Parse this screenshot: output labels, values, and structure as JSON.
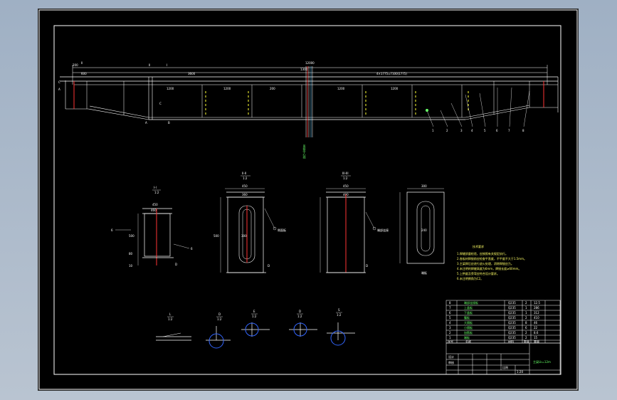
{
  "elevation": {
    "section_marks": [
      "II",
      "II",
      "I"
    ],
    "top_overall_dim": "12000",
    "top_left_dims": [
      "200",
      "600"
    ],
    "span_left": "3600",
    "span_right": "4×1775=7100(1775)",
    "segments": [
      "1200",
      "1200",
      "200",
      "1200",
      "1200"
    ],
    "center_label": "1300",
    "side_marks": [
      "C",
      "A",
      "C",
      "A",
      "B"
    ],
    "vertical_callout": "吊装中心线",
    "part_numbers": [
      "1",
      "2",
      "3",
      "4",
      "5",
      "6",
      "7",
      "8"
    ]
  },
  "section_I": {
    "title": "I-I",
    "scale": "1:2",
    "width_dim": "450",
    "inner_dim": "460",
    "height_dims": [
      "500",
      "80",
      "10"
    ],
    "side_label": "D",
    "weld_left": "6",
    "weld_right": "6"
  },
  "section_II": {
    "title": "II-II",
    "scale": "1:2",
    "width_dim": "450",
    "inner_dim": "360",
    "height_dim": "500",
    "inner_h": "300",
    "callout": "侧面板",
    "side_label": "D"
  },
  "section_III": {
    "title": "III-III",
    "scale": "1:2",
    "width_dim": "450",
    "inner_dim": "400",
    "callout": "端部连接",
    "side_label": "D"
  },
  "end_view": {
    "width_dim": "300",
    "inner_h": "240",
    "label": "端板"
  },
  "details": [
    {
      "id": "L",
      "scale": "1:2"
    },
    {
      "id": "D",
      "scale": "1:2"
    },
    {
      "id": "E",
      "scale": "1:2"
    },
    {
      "id": "D",
      "scale": "1:2"
    },
    {
      "id": "S",
      "scale": "1:2"
    }
  ],
  "tech_notes": {
    "title": "技术要求",
    "lines": [
      "1.焊缝质量检验，应按照有关规定执行。",
      "2.各板材焊接前应检查平直度，不平度不大于1.5mm。",
      "3.主梁焊后应进行退火处理，消除焊接应力。",
      "4.未注明的焊缝高度为6mm，焊接长度≥60mm。",
      "5.上拱度及旁弯应符合设计要求。",
      "6.未注明倒角为C2。"
    ]
  },
  "parts_table": {
    "rows": [
      [
        "8",
        "端部连接板",
        "Q235",
        "2",
        "12.5"
      ],
      [
        "7",
        "上盖板",
        "Q235",
        "1",
        "286"
      ],
      [
        "6",
        "下盖板",
        "Q235",
        "1",
        "312"
      ],
      [
        "5",
        "腹板",
        "Q235",
        "2",
        "410"
      ],
      [
        "4",
        "大隔板",
        "Q235",
        "8",
        "46"
      ],
      [
        "3",
        "小隔板",
        "Q235",
        "6",
        "22"
      ],
      [
        "2",
        "加筋板",
        "Q235",
        "2",
        "8.6"
      ],
      [
        "1",
        "端板",
        "Q235",
        "2",
        "15"
      ]
    ],
    "header": [
      "序号",
      "名称",
      "材料",
      "数量",
      "重量"
    ]
  },
  "title_block": {
    "drawing_name": "主梁Lk=12m",
    "designer": "设计",
    "checker": "审核",
    "scale_label": "比例",
    "scale_value": "1:20"
  }
}
